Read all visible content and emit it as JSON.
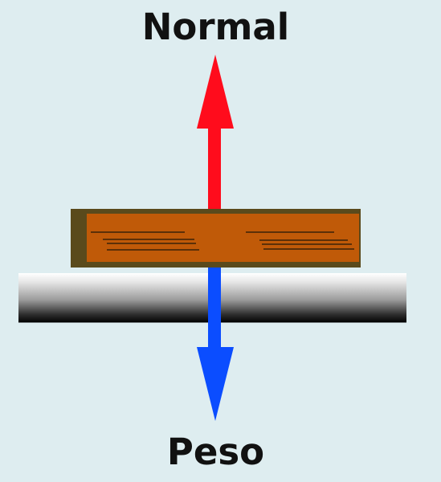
{
  "labels": {
    "top_force": "Normal",
    "bottom_force": "Peso"
  },
  "colors": {
    "background": "#deedf0",
    "normal_arrow": "#ff0c1c",
    "weight_arrow": "#0b4dff",
    "book_cover": "#5a4a1c",
    "book_pages": "#c05a08",
    "table_dark": "#050505",
    "table_light": "#e6e6e6"
  },
  "icons": {
    "top_arrow": "arrow-up-icon",
    "bottom_arrow": "arrow-down-icon",
    "object": "book-icon",
    "surface": "table-surface"
  }
}
